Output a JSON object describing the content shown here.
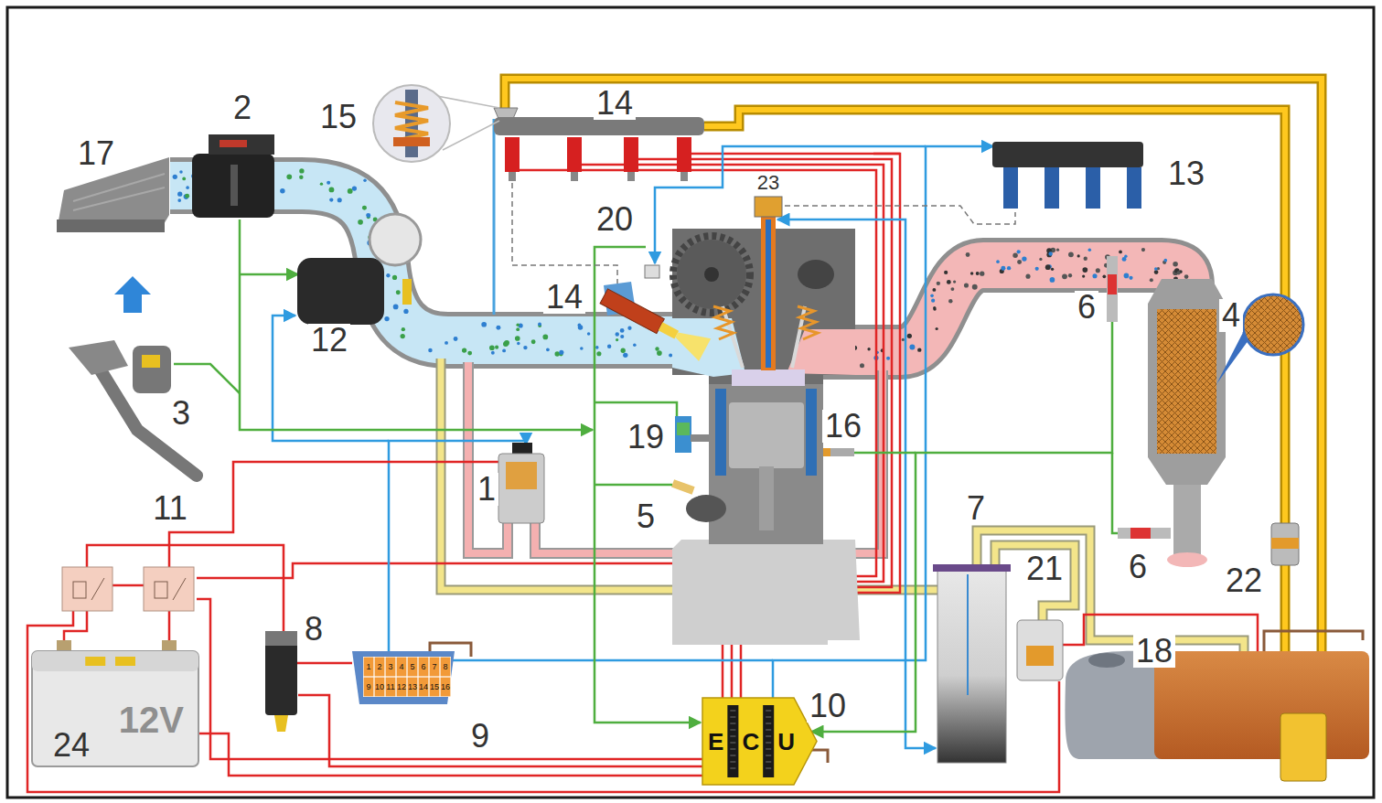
{
  "diagram": {
    "nodes": [
      {
        "text": [
          "12V"
        ]
      },
      {
        "text": [
          "E",
          "C",
          "U"
        ]
      }
    ],
    "edges": [
      {
        "from": 0,
        "to": 1,
        "arrow": "none"
      }
    ],
    "labels": [
      "2",
      "15",
      "14",
      "17",
      "13",
      "23",
      "20",
      "14",
      "6",
      "4",
      "12",
      "3",
      "16",
      "19",
      "1",
      "11",
      "7",
      "5",
      "21",
      "6",
      "22",
      "8",
      "18",
      "9",
      "10",
      "24",
      "1",
      "2",
      "3",
      "4",
      "5",
      "6",
      "7",
      "8",
      "9",
      "10",
      "11",
      "12",
      "13",
      "14",
      "15",
      "16"
    ]
  }
}
